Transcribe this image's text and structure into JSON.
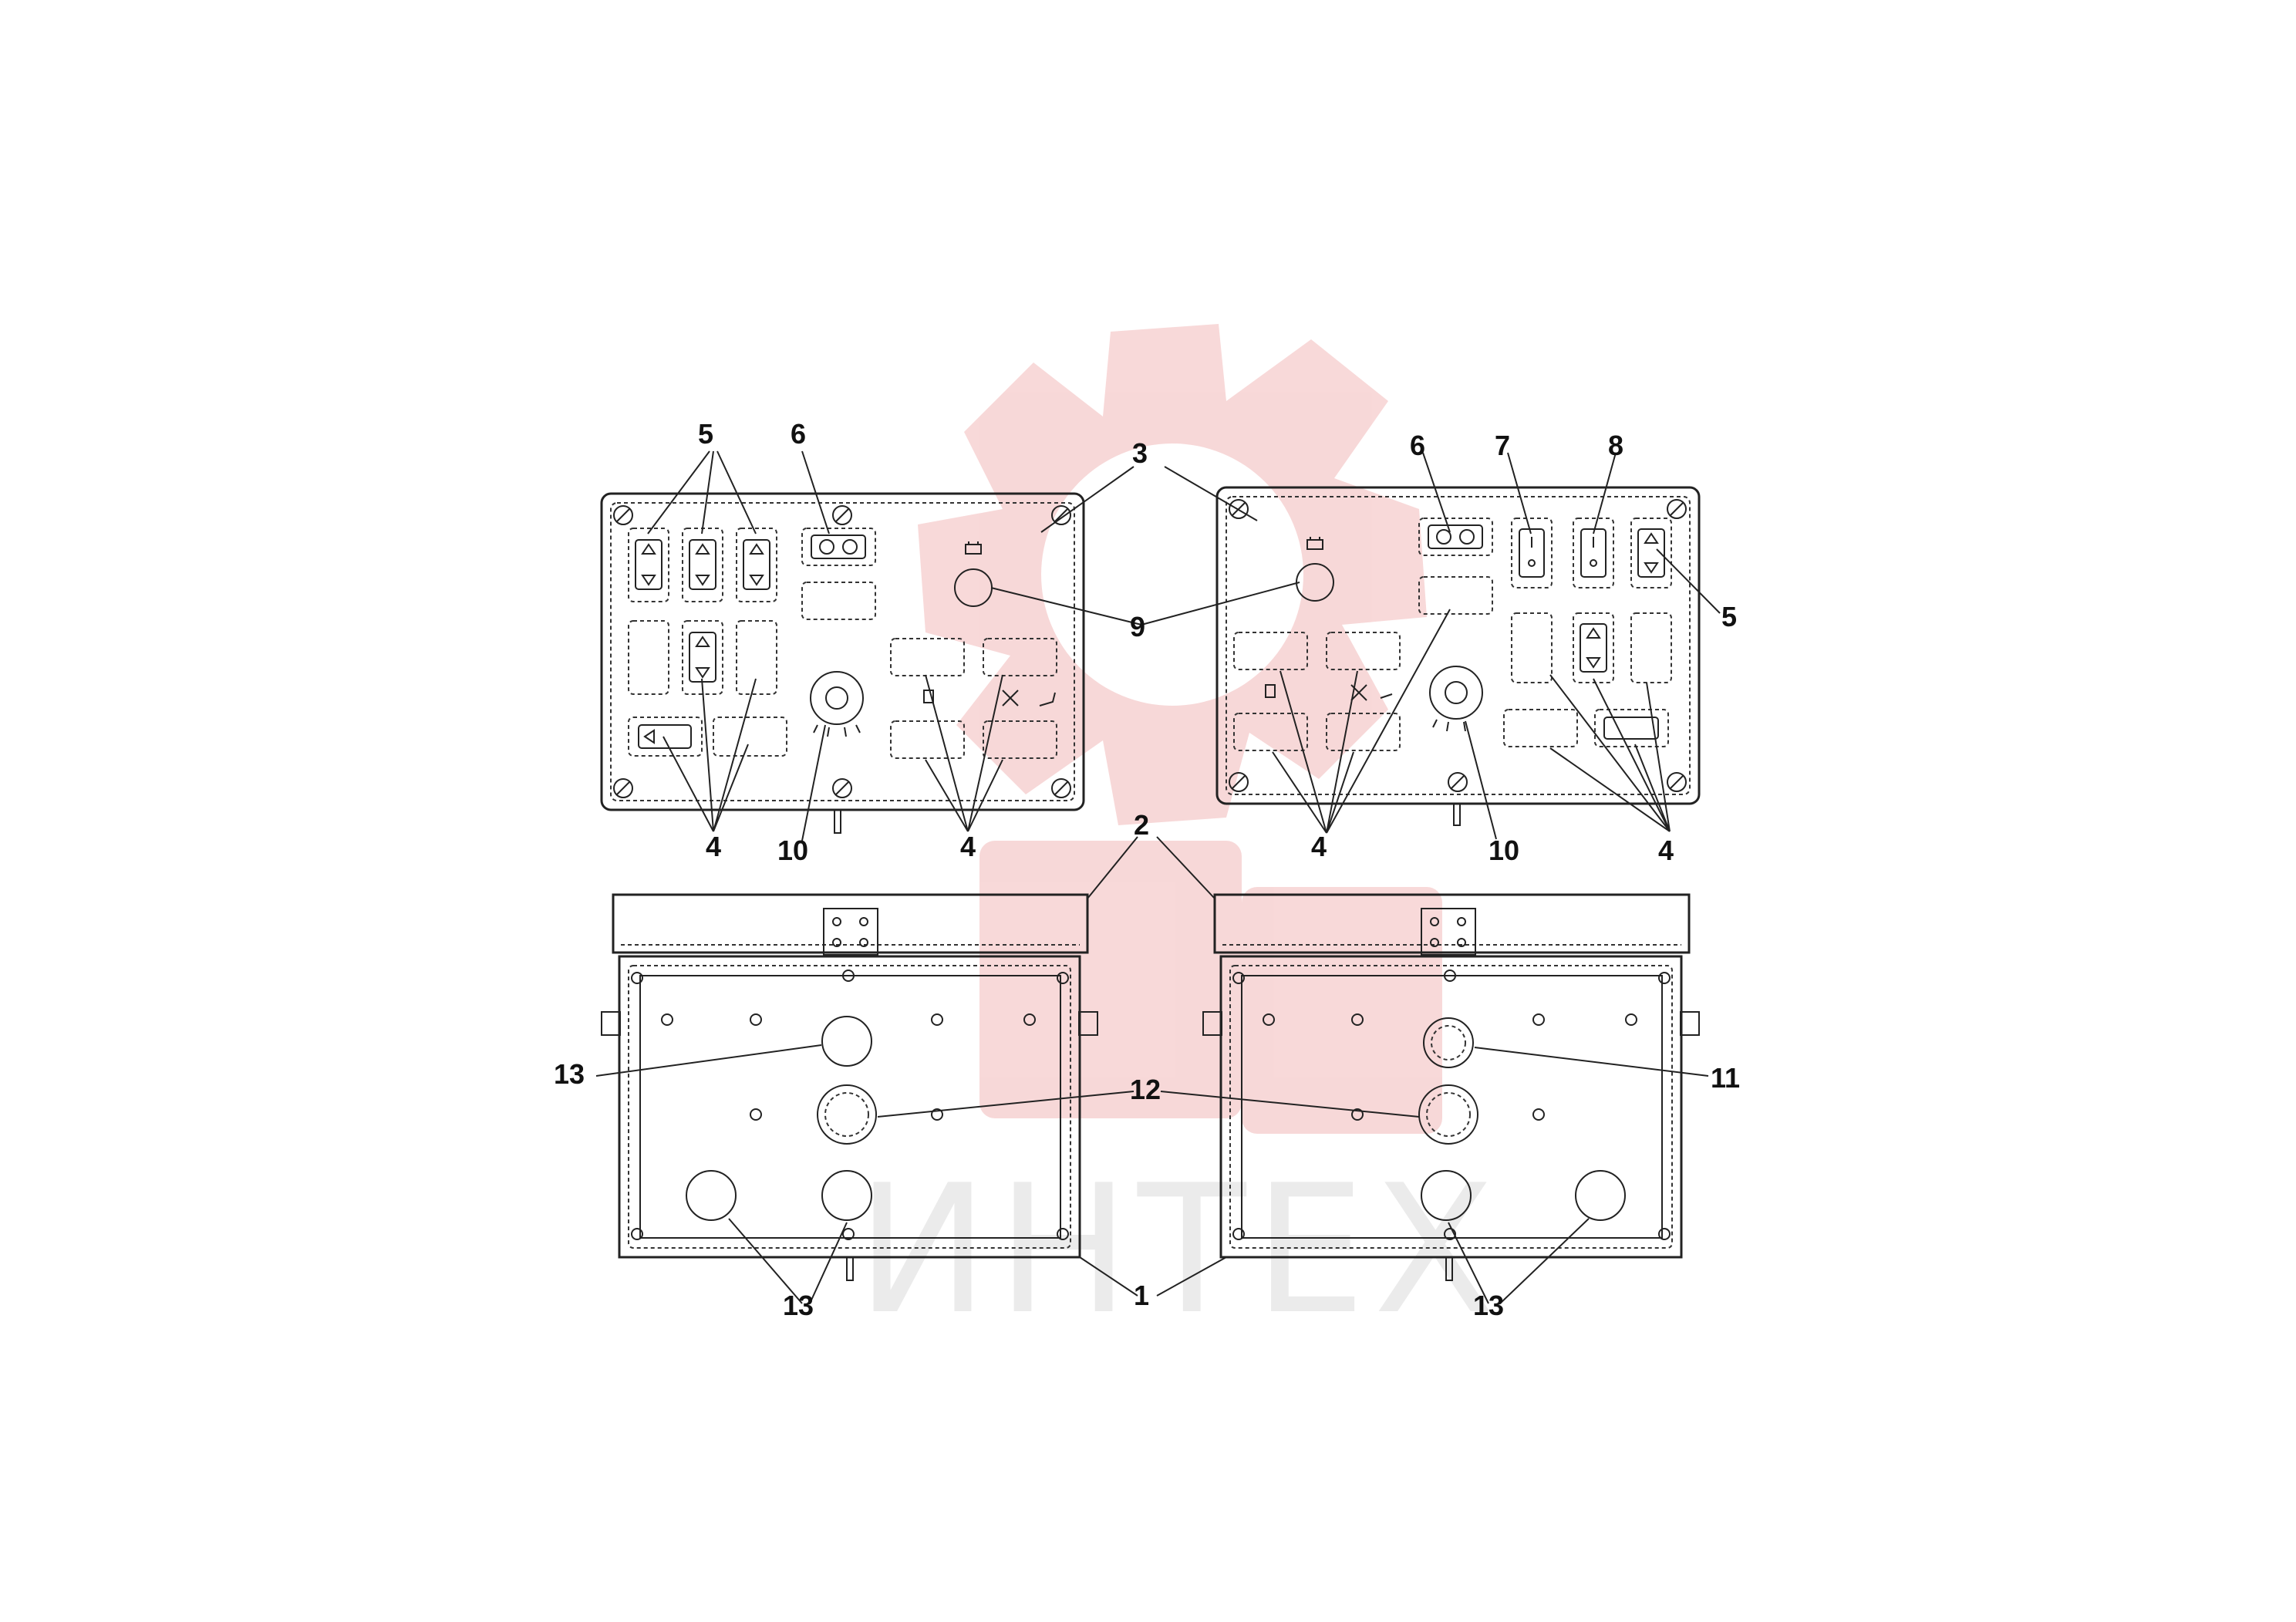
{
  "watermark": {
    "text": "ИНТЕХ",
    "color": "#f6c9c9",
    "text_color": "#dcdcdc"
  },
  "callouts": {
    "c1": "1",
    "c2": "2",
    "c3": "3",
    "c4": "4",
    "c5": "5",
    "c6": "6",
    "c7": "7",
    "c8": "8",
    "c9": "9",
    "c10": "10",
    "c11": "11",
    "c12": "12",
    "c13": "13"
  },
  "icons": {
    "switch_rocker": "updown-rocker-icon",
    "fuse_block": "fuse-icon",
    "battery": "battery-icon",
    "fuel": "fuel-icon",
    "fan": "fan-icon",
    "sun_gear": "gear-lamp-icon"
  }
}
